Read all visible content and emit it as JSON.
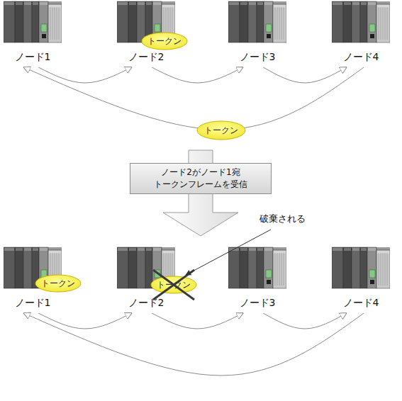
{
  "diagram": {
    "nodes": [
      {
        "text": [
          "ノード1"
        ]
      },
      {
        "text": [
          "ノード2"
        ]
      },
      {
        "text": [
          "トークン"
        ],
        "in": 1
      },
      {
        "text": [
          "ノード3"
        ]
      },
      {
        "text": [
          "ノード4"
        ]
      },
      {
        "text": [
          "トークン"
        ]
      },
      {
        "text": [
          "ノード2がノード1宛 トークンフレームを受信"
        ]
      },
      {
        "text": [
          "ノード1"
        ]
      },
      {
        "text": [
          "トークン"
        ],
        "in": 7
      },
      {
        "text": [
          "ノード2"
        ]
      },
      {
        "text": [
          "トークン"
        ],
        "in": 9
      },
      {
        "text": [
          "ノード3"
        ]
      },
      {
        "text": [
          "ノード4"
        ]
      }
    ],
    "edges": [
      {
        "from": 0,
        "to": 1,
        "arrow": "to"
      },
      {
        "from": 1,
        "to": 3,
        "arrow": "to"
      },
      {
        "from": 3,
        "to": 4,
        "arrow": "to"
      },
      {
        "from": 4,
        "to": 0,
        "arrow": "to"
      },
      {
        "from": 7,
        "to": 9,
        "arrow": "to"
      },
      {
        "from": 9,
        "to": 11,
        "arrow": "to"
      },
      {
        "from": 11,
        "to": 12,
        "arrow": "to"
      },
      {
        "from": 12,
        "to": 7,
        "arrow": "to"
      }
    ],
    "labels": [
      "破棄される"
    ]
  }
}
